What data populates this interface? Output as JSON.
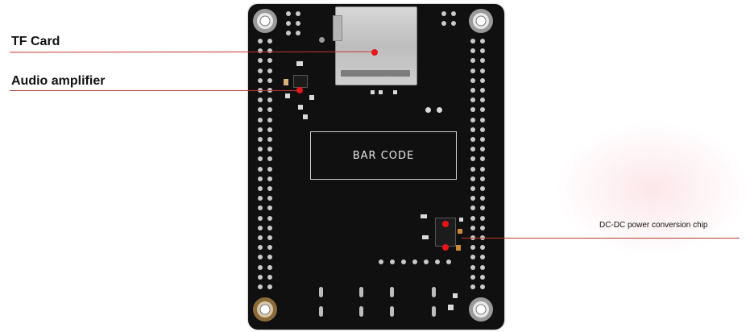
{
  "annotations": [
    {
      "id": "tf-card",
      "text": "TF Card"
    },
    {
      "id": "audio-amplifier",
      "text": "Audio amplifier"
    },
    {
      "id": "dcdc-chip",
      "text": "DC-DC power conversion chip"
    }
  ],
  "board": {
    "silkscreen_label": "BAR CODE",
    "colors": {
      "pcb": "#101010",
      "leader_line": "#c0392b",
      "marker": "#e8141c"
    }
  }
}
